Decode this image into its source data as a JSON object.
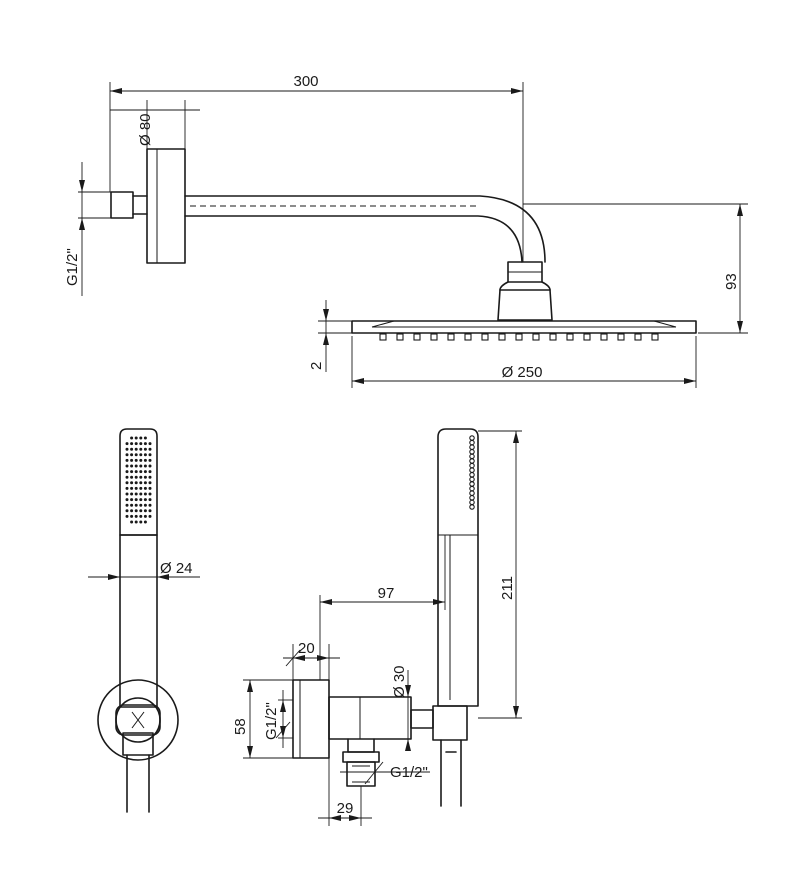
{
  "diagram": {
    "labels": {
      "arm_length": "300",
      "flange_diameter": "Ø 80",
      "arm_thread": "G1/2\"",
      "drop_height": "93",
      "head_thickness": "2",
      "head_diameter": "Ø 250",
      "hand_shower_diameter": "Ø 24",
      "hand_shower_length": "211",
      "outlet_offset": "97",
      "wall_plate_depth": "20",
      "outlet_diameter": "Ø 30",
      "wall_plate_height": "58",
      "elbow_thread": "G1/2\"",
      "hose_thread": "G1/2\"",
      "hose_connector_offset": "29"
    }
  }
}
